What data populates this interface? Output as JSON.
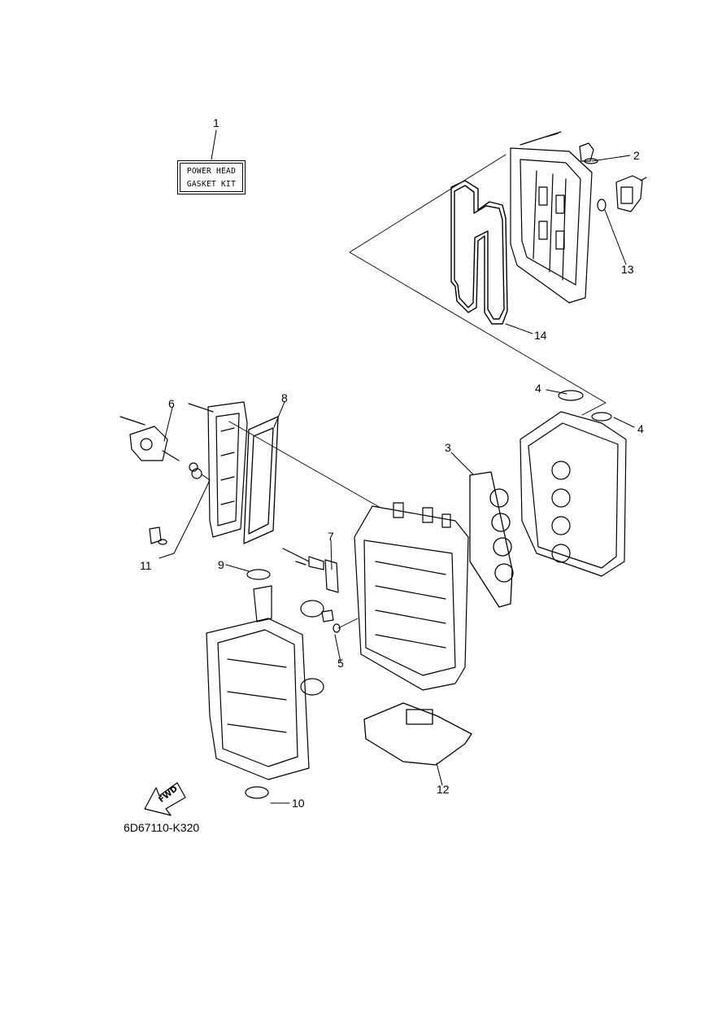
{
  "kit_label": {
    "line1": "POWER HEAD",
    "line2": "GASKET KIT"
  },
  "callouts": {
    "c1": "1",
    "c2": "2",
    "c3": "3",
    "c4a": "4",
    "c4b": "4",
    "c5": "5",
    "c6": "6",
    "c7": "7",
    "c8": "8",
    "c9": "9",
    "c10": "10",
    "c11": "11",
    "c12": "12",
    "c13": "13",
    "c14": "14"
  },
  "direction_label": "FWD",
  "reference_code": "6D67110-K320"
}
